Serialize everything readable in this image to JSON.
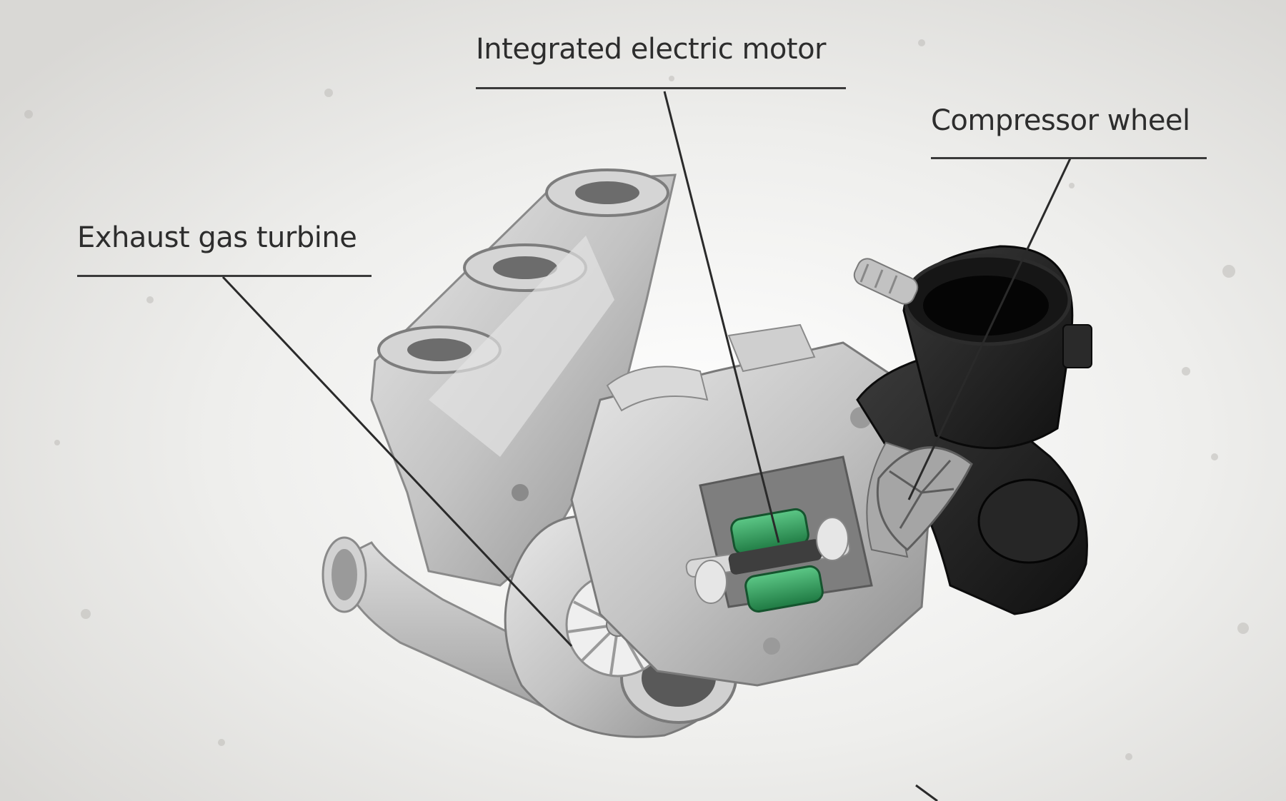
{
  "labels": {
    "motor": "Integrated electric motor",
    "compressor": "Compressor wheel",
    "turbine": "Exhaust gas turbine"
  },
  "colors": {
    "background": "#e6e5e2",
    "aluminum": "#c9c9c9",
    "aluminum_dark": "#8f8f8f",
    "black_housing": "#1d1d1d",
    "motor_green": "#2f9f5a",
    "leader_line": "#2a2a2a"
  }
}
